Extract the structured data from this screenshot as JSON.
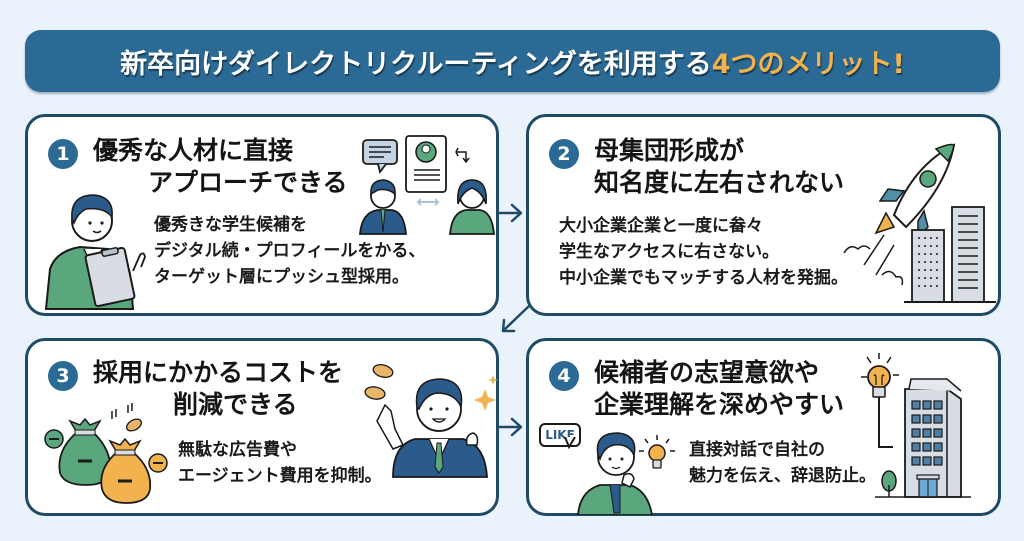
{
  "title": {
    "main": "新卒向けダイレクトリクルーティングを利用する",
    "highlight": "4つのメリット!"
  },
  "colors": {
    "background": "#eaf3fb",
    "title_bar": "#2b6a95",
    "highlight": "#f2b34f",
    "card_border": "#1f4a66",
    "accent_green": "#5aa67d",
    "accent_orange": "#f2b34f",
    "suit_navy": "#2a5b8a"
  },
  "cards": [
    {
      "number": "1",
      "heading": [
        "優秀な人材に直接",
        "アプローチできる"
      ],
      "body": [
        "優秀きな学生候補を",
        "デジタル続・プロフィールをかる、",
        "ターゲット層にプッシュ型採用。"
      ],
      "icons": [
        "recruiter-with-clipboard-icon",
        "chat-bubble-icon",
        "profile-card-icon",
        "two-people-icon"
      ]
    },
    {
      "number": "2",
      "heading": [
        "母集団形成が",
        "知名度に左右されない"
      ],
      "body": [
        "大小企業企業と一度に畚々",
        "学生なアクセスに右さない。",
        "中小企業でもマッチする人材を発掘。"
      ],
      "icons": [
        "rocket-icon",
        "buildings-icon"
      ]
    },
    {
      "number": "3",
      "heading": [
        "採用にかかるコストを",
        "削減できる"
      ],
      "body": [
        "無駄な広告費や",
        "エージェント費用を抑制。"
      ],
      "icons": [
        "money-bags-icon",
        "coins-icon",
        "businessman-cheering-icon",
        "sparkle-icon"
      ]
    },
    {
      "number": "4",
      "heading": [
        "候補者の志望意欲や",
        "企業理解を深めやすい"
      ],
      "body": [
        "直接対話で自社の",
        "魅力を伝え、辞退防止。"
      ],
      "like_label": "LIKE",
      "icons": [
        "thinking-student-icon",
        "lightbulb-icon",
        "office-building-icon",
        "tree-icon"
      ]
    }
  ]
}
